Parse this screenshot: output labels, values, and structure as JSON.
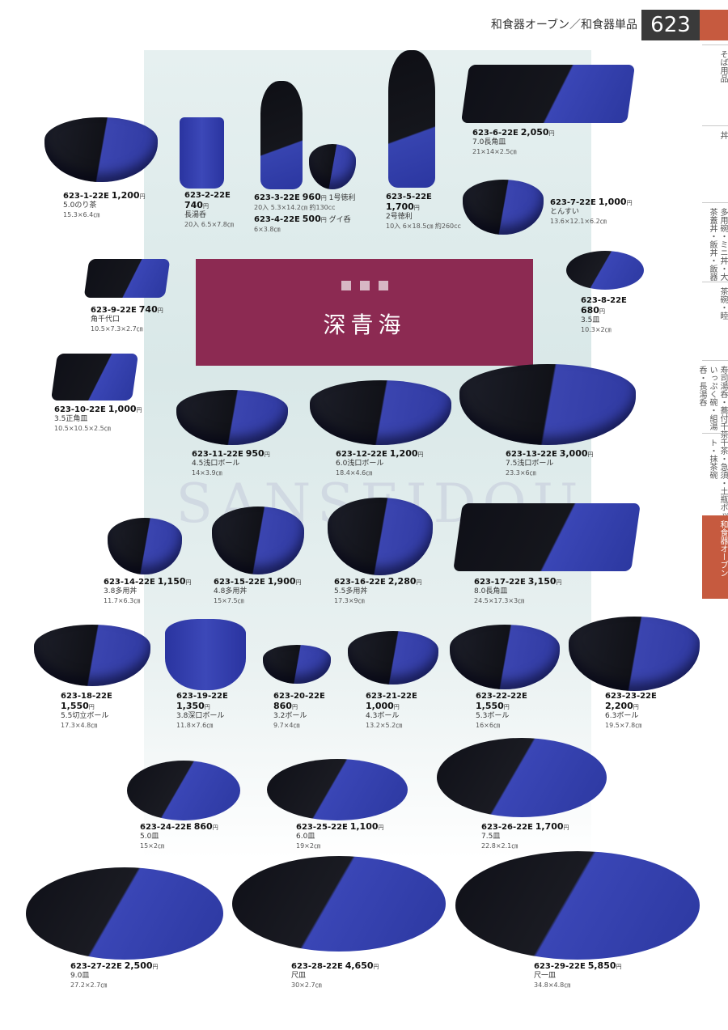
{
  "header": {
    "title": "和食器オーブン／和食器単品",
    "page_number": "623"
  },
  "sidebar": [
    {
      "label": "そば用品",
      "active": false
    },
    {
      "label": "丼",
      "active": false
    },
    {
      "label": "多用碗・ミニ丼・大茶蓋丼・飯丼・飯器",
      "active": false
    },
    {
      "label": "茶碗・睦",
      "active": false
    },
    {
      "label": "寿司湯呑・蕎付千茶いっぷく碗・組湯呑・長湯呑",
      "active": false
    },
    {
      "label": "千茶・急須・土瓶ポット・抹茶碗",
      "active": false
    },
    {
      "label": "和食器オーブン",
      "active": true
    }
  ],
  "banner": {
    "title": "深青海"
  },
  "watermark": "SANSEIDOU",
  "yen": "円",
  "products": [
    {
      "code": "623-1-22E",
      "price": "1,200",
      "name": "5.0のり茶",
      "size": "15.3×6.4㎝"
    },
    {
      "code": "623-2-22E",
      "price": "740",
      "name": "長湯呑",
      "size": "20入 6.5×7.8㎝"
    },
    {
      "code": "623-3-22E",
      "price": "960",
      "name": "1号徳利",
      "size": "20入 5.3×14.2㎝ 約130cc"
    },
    {
      "code": "623-4-22E",
      "price": "500",
      "name": "グイ呑",
      "size": "6×3.8㎝"
    },
    {
      "code": "623-5-22E",
      "price": "1,700",
      "name": "2号徳利",
      "size": "10入 6×18.5㎝ 約260cc"
    },
    {
      "code": "623-6-22E",
      "price": "2,050",
      "name": "7.0長角皿",
      "size": "21×14×2.5㎝"
    },
    {
      "code": "623-7-22E",
      "price": "1,000",
      "name": "とんすい",
      "size": "13.6×12.1×6.2㎝"
    },
    {
      "code": "623-8-22E",
      "price": "680",
      "name": "3.5皿",
      "size": "10.3×2㎝"
    },
    {
      "code": "623-9-22E",
      "price": "740",
      "name": "角千代口",
      "size": "10.5×7.3×2.7㎝"
    },
    {
      "code": "623-10-22E",
      "price": "1,000",
      "name": "3.5正角皿",
      "size": "10.5×10.5×2.5㎝"
    },
    {
      "code": "623-11-22E",
      "price": "950",
      "name": "4.5浅口ボール",
      "size": "14×3.9㎝"
    },
    {
      "code": "623-12-22E",
      "price": "1,200",
      "name": "6.0浅口ボール",
      "size": "18.4×4.6㎝"
    },
    {
      "code": "623-13-22E",
      "price": "3,000",
      "name": "7.5浅口ボール",
      "size": "23.3×6㎝"
    },
    {
      "code": "623-14-22E",
      "price": "1,150",
      "name": "3.8多用丼",
      "size": "11.7×6.3㎝"
    },
    {
      "code": "623-15-22E",
      "price": "1,900",
      "name": "4.8多用丼",
      "size": "15×7.5㎝"
    },
    {
      "code": "623-16-22E",
      "price": "2,280",
      "name": "5.5多用丼",
      "size": "17.3×9㎝"
    },
    {
      "code": "623-17-22E",
      "price": "3,150",
      "name": "8.0長角皿",
      "size": "24.5×17.3×3㎝"
    },
    {
      "code": "623-18-22E",
      "price": "1,550",
      "name": "5.5切立ボール",
      "size": "17.3×4.8㎝"
    },
    {
      "code": "623-19-22E",
      "price": "1,350",
      "name": "3.8深口ボール",
      "size": "11.8×7.6㎝"
    },
    {
      "code": "623-20-22E",
      "price": "860",
      "name": "3.2ボール",
      "size": "9.7×4㎝"
    },
    {
      "code": "623-21-22E",
      "price": "1,000",
      "name": "4.3ボール",
      "size": "13.2×5.2㎝"
    },
    {
      "code": "623-22-22E",
      "price": "1,550",
      "name": "5.3ボール",
      "size": "16×6㎝"
    },
    {
      "code": "623-23-22E",
      "price": "2,200",
      "name": "6.3ボール",
      "size": "19.5×7.8㎝"
    },
    {
      "code": "623-24-22E",
      "price": "860",
      "name": "5.0皿",
      "size": "15×2㎝"
    },
    {
      "code": "623-25-22E",
      "price": "1,100",
      "name": "6.0皿",
      "size": "19×2㎝"
    },
    {
      "code": "623-26-22E",
      "price": "1,700",
      "name": "7.5皿",
      "size": "22.8×2.1㎝"
    },
    {
      "code": "623-27-22E",
      "price": "2,500",
      "name": "9.0皿",
      "size": "27.2×2.7㎝"
    },
    {
      "code": "623-28-22E",
      "price": "4,650",
      "name": "尺皿",
      "size": "30×2.7㎝"
    },
    {
      "code": "623-29-22E",
      "price": "5,850",
      "name": "尺一皿",
      "size": "34.8×4.8㎝"
    }
  ]
}
